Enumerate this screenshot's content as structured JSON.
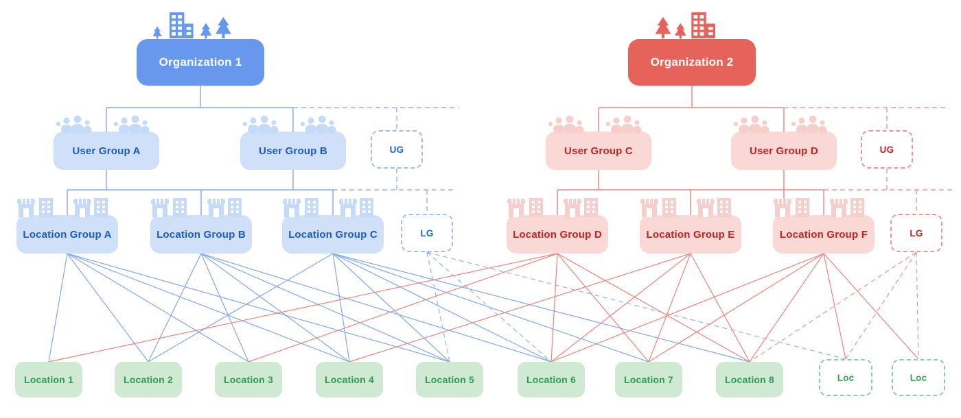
{
  "title": "Organization, user group, location group and location hierarchy diagram",
  "colors": {
    "org_blue": "#6699EE",
    "org_red": "#E5635A",
    "group_blue_bg": "#CFE0F8",
    "group_blue_text": "#1A5BC8",
    "group_pink_bg": "#F9D8D6",
    "group_red_text": "#C5221F",
    "location_green_bg": "#CFE9D3",
    "location_green_text": "#2E9B52",
    "badge_blue_text": "#1967D2",
    "badge_green_text": "#34A853",
    "blueLine": "#7FA8F0",
    "blueDash": "#8FB4F4",
    "redLine": "#ED837B",
    "redDash": "#F0958D"
  },
  "nodes": {
    "org1": {
      "label": "Organization 1"
    },
    "org2": {
      "label": "Organization 2"
    },
    "ug_a": {
      "label": "User Group A"
    },
    "ug_b": {
      "label": "User Group B"
    },
    "ug_c": {
      "label": "User Group C"
    },
    "ug_d": {
      "label": "User Group D"
    },
    "ug_ph_blue": {
      "label": "UG"
    },
    "ug_ph_red": {
      "label": "UG"
    },
    "lg_a": {
      "label": "Location Group A"
    },
    "lg_b": {
      "label": "Location Group B"
    },
    "lg_c": {
      "label": "Location Group C"
    },
    "lg_d": {
      "label": "Location Group D"
    },
    "lg_e": {
      "label": "Location Group E"
    },
    "lg_f": {
      "label": "Location Group F"
    },
    "lg_ph_blue": {
      "label": "LG"
    },
    "lg_ph_red": {
      "label": "LG"
    },
    "loc1": {
      "label": "Location 1"
    },
    "loc2": {
      "label": "Location 2"
    },
    "loc3": {
      "label": "Location 3"
    },
    "loc4": {
      "label": "Location 4"
    },
    "loc5": {
      "label": "Location 5"
    },
    "loc6": {
      "label": "Location 6"
    },
    "loc7": {
      "label": "Location 7"
    },
    "loc8": {
      "label": "Location 8"
    },
    "loc_ph1": {
      "label": "Loc"
    },
    "loc_ph2": {
      "label": "Loc"
    }
  },
  "edges": {
    "buses": [
      {
        "id": "blue_top",
        "color": "blue",
        "parents": [
          "org1"
        ],
        "children": [
          "ug_a",
          "ug_b"
        ],
        "dashed_children": [
          "ug_ph_blue"
        ],
        "dashed_parents": [],
        "pass_through": []
      },
      {
        "id": "blue_mid",
        "color": "blue",
        "parents": [
          "ug_a",
          "ug_b"
        ],
        "children": [
          "lg_a",
          "lg_b",
          "lg_c"
        ],
        "dashed_children": [
          "lg_ph_blue"
        ],
        "dashed_parents": [
          "ug_ph_blue"
        ],
        "pass_through": []
      },
      {
        "id": "red_top",
        "color": "red",
        "parents": [
          "org2"
        ],
        "children": [
          "ug_c",
          "ug_d"
        ],
        "dashed_children": [
          "ug_ph_red"
        ],
        "dashed_parents": [],
        "pass_through": []
      },
      {
        "id": "red_mid",
        "color": "red",
        "parents": [
          "ug_c",
          "ug_d"
        ],
        "children": [
          "lg_d",
          "lg_e",
          "lg_f"
        ],
        "dashed_children": [
          "lg_ph_red"
        ],
        "dashed_parents": [
          "ug_ph_red"
        ],
        "pass_through": [
          "ug_d"
        ]
      }
    ],
    "fans": [
      {
        "from": "lg_a",
        "to": "loc1",
        "color": "blue",
        "dashed": false
      },
      {
        "from": "lg_a",
        "to": "loc2",
        "color": "blue",
        "dashed": false
      },
      {
        "from": "lg_a",
        "to": "loc3",
        "color": "blue",
        "dashed": false
      },
      {
        "from": "lg_a",
        "to": "loc4",
        "color": "blue",
        "dashed": false
      },
      {
        "from": "lg_a",
        "to": "loc5",
        "color": "blue",
        "dashed": false
      },
      {
        "from": "lg_b",
        "to": "loc2",
        "color": "blue",
        "dashed": false
      },
      {
        "from": "lg_b",
        "to": "loc3",
        "color": "blue",
        "dashed": false
      },
      {
        "from": "lg_b",
        "to": "loc4",
        "color": "blue",
        "dashed": false
      },
      {
        "from": "lg_b",
        "to": "loc5",
        "color": "blue",
        "dashed": false
      },
      {
        "from": "lg_b",
        "to": "loc6",
        "color": "blue",
        "dashed": false
      },
      {
        "from": "lg_c",
        "to": "loc2",
        "color": "blue",
        "dashed": false
      },
      {
        "from": "lg_c",
        "to": "loc4",
        "color": "blue",
        "dashed": false
      },
      {
        "from": "lg_c",
        "to": "loc5",
        "color": "blue",
        "dashed": false
      },
      {
        "from": "lg_c",
        "to": "loc6",
        "color": "blue",
        "dashed": false
      },
      {
        "from": "lg_c",
        "to": "loc7",
        "color": "blue",
        "dashed": false
      },
      {
        "from": "lg_c",
        "to": "loc8",
        "color": "blue",
        "dashed": false
      },
      {
        "from": "lg_ph_blue",
        "to": "loc5",
        "color": "blue",
        "dashed": true
      },
      {
        "from": "lg_ph_blue",
        "to": "loc6",
        "color": "blue",
        "dashed": true
      },
      {
        "from": "lg_ph_blue",
        "to": "loc_ph1",
        "color": "blue",
        "dashed": true
      },
      {
        "from": "lg_d",
        "to": "loc1",
        "color": "red",
        "dashed": false
      },
      {
        "from": "lg_d",
        "to": "loc3",
        "color": "red",
        "dashed": false
      },
      {
        "from": "lg_d",
        "to": "loc6",
        "color": "red",
        "dashed": false
      },
      {
        "from": "lg_d",
        "to": "loc7",
        "color": "red",
        "dashed": false
      },
      {
        "from": "lg_d",
        "to": "loc8",
        "color": "red",
        "dashed": false
      },
      {
        "from": "lg_e",
        "to": "loc4",
        "color": "red",
        "dashed": false
      },
      {
        "from": "lg_e",
        "to": "loc6",
        "color": "red",
        "dashed": false
      },
      {
        "from": "lg_e",
        "to": "loc7",
        "color": "red",
        "dashed": false
      },
      {
        "from": "lg_e",
        "to": "loc8",
        "color": "red",
        "dashed": false
      },
      {
        "from": "lg_f",
        "to": "loc6",
        "color": "red",
        "dashed": false
      },
      {
        "from": "lg_f",
        "to": "loc7",
        "color": "red",
        "dashed": false
      },
      {
        "from": "lg_f",
        "to": "loc8",
        "color": "red",
        "dashed": false
      },
      {
        "from": "lg_f",
        "to": "loc_ph1",
        "color": "red",
        "dashed": false
      },
      {
        "from": "lg_f",
        "to": "loc_ph2",
        "color": "red",
        "dashed": false
      },
      {
        "from": "lg_ph_red",
        "to": "loc8",
        "color": "red",
        "dashed": true
      },
      {
        "from": "lg_ph_red",
        "to": "loc_ph1",
        "color": "red",
        "dashed": true
      },
      {
        "from": "lg_ph_red",
        "to": "loc_ph2",
        "color": "red",
        "dashed": true
      }
    ]
  }
}
